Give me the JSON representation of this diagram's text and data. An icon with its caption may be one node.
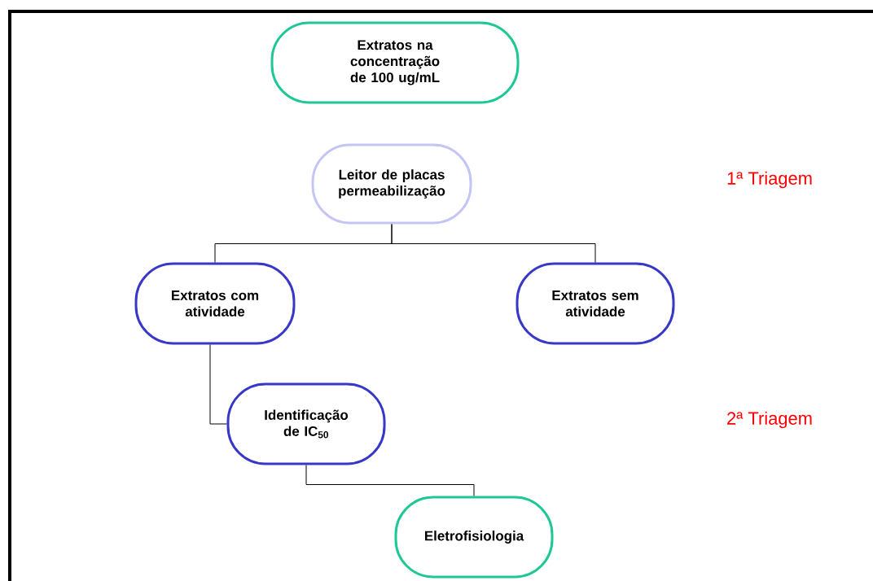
{
  "diagram": {
    "nodes": [
      {
        "text": [
          "Extratos na concentração de 100 ug/mL"
        ]
      },
      {
        "text": [
          "Leitor de placas permeabilização"
        ]
      },
      {
        "text": [
          "Extratos com atividade"
        ]
      },
      {
        "text": [
          "Extratos sem atividade"
        ]
      },
      {
        "text": [
          "Identificação de IC$_{50}$"
        ]
      },
      {
        "text": [
          "Eletrofisiologia"
        ]
      }
    ],
    "edges": [
      {
        "from": 1,
        "to": 2,
        "arrow": "none"
      },
      {
        "from": 1,
        "to": 3,
        "arrow": "none"
      },
      {
        "from": 2,
        "to": 4,
        "arrow": "none"
      },
      {
        "from": 4,
        "to": 5,
        "arrow": "none"
      }
    ],
    "labels": [
      "1ª Triagem",
      "2ª Triagem"
    ]
  }
}
